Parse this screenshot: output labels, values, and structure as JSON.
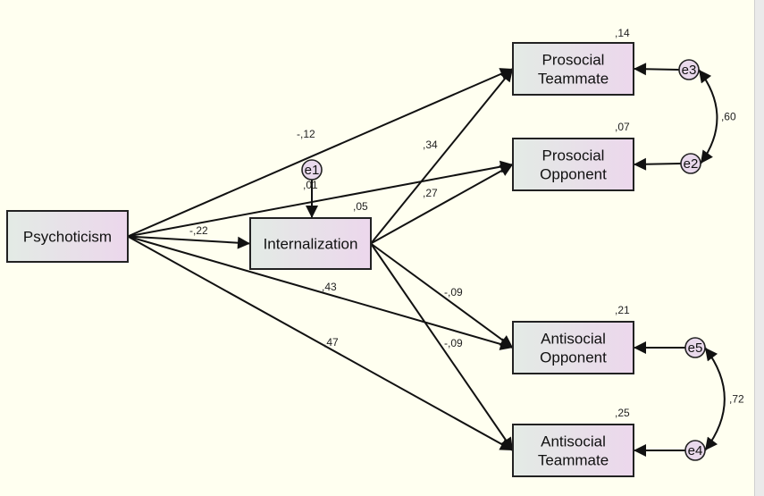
{
  "colors": {
    "background": "#fffff0",
    "box_fill_left": "#e3ebe5",
    "box_fill_right": "#ecd7ec",
    "stroke": "#111111"
  },
  "nodes": [
    {
      "id": "psych",
      "label": [
        "Psychoticism"
      ],
      "r2": ""
    },
    {
      "id": "intern",
      "label": [
        "Internalization"
      ],
      "r2": ",05"
    },
    {
      "id": "pt",
      "label": [
        "Prosocial",
        "Teammate"
      ],
      "r2": ",14"
    },
    {
      "id": "po",
      "label": [
        "Prosocial",
        "Opponent"
      ],
      "r2": ",07"
    },
    {
      "id": "ao",
      "label": [
        "Antisocial",
        "Opponent"
      ],
      "r2": ",21"
    },
    {
      "id": "at",
      "label": [
        "Antisocial",
        "Teammate"
      ],
      "r2": ",25"
    }
  ],
  "errors": [
    {
      "id": "e1",
      "label": "e1",
      "variance_label": ",01"
    },
    {
      "id": "e2",
      "label": "e2"
    },
    {
      "id": "e3",
      "label": "e3"
    },
    {
      "id": "e4",
      "label": "e4"
    },
    {
      "id": "e5",
      "label": "e5"
    }
  ],
  "paths": [
    {
      "from": "psych",
      "to": "pt",
      "label": "-,12"
    },
    {
      "from": "psych",
      "to": "po",
      "label": ""
    },
    {
      "from": "psych",
      "to": "intern",
      "label": "-,22"
    },
    {
      "from": "psych",
      "to": "ao",
      "label": ",43"
    },
    {
      "from": "psych",
      "to": "at",
      "label": ",47"
    },
    {
      "from": "intern",
      "to": "pt",
      "label": ",34"
    },
    {
      "from": "intern",
      "to": "po",
      "label": ",27"
    },
    {
      "from": "intern",
      "to": "ao",
      "label": "-,09"
    },
    {
      "from": "intern",
      "to": "at",
      "label": "-,09"
    },
    {
      "from": "e1",
      "to": "intern",
      "label": ""
    },
    {
      "from": "e3",
      "to": "pt",
      "label": ""
    },
    {
      "from": "e2",
      "to": "po",
      "label": ""
    },
    {
      "from": "e5",
      "to": "ao",
      "label": ""
    },
    {
      "from": "e4",
      "to": "at",
      "label": ""
    }
  ],
  "covariances": [
    {
      "a": "e3",
      "b": "e2",
      "label": ",60"
    },
    {
      "a": "e5",
      "b": "e4",
      "label": ",72"
    }
  ]
}
